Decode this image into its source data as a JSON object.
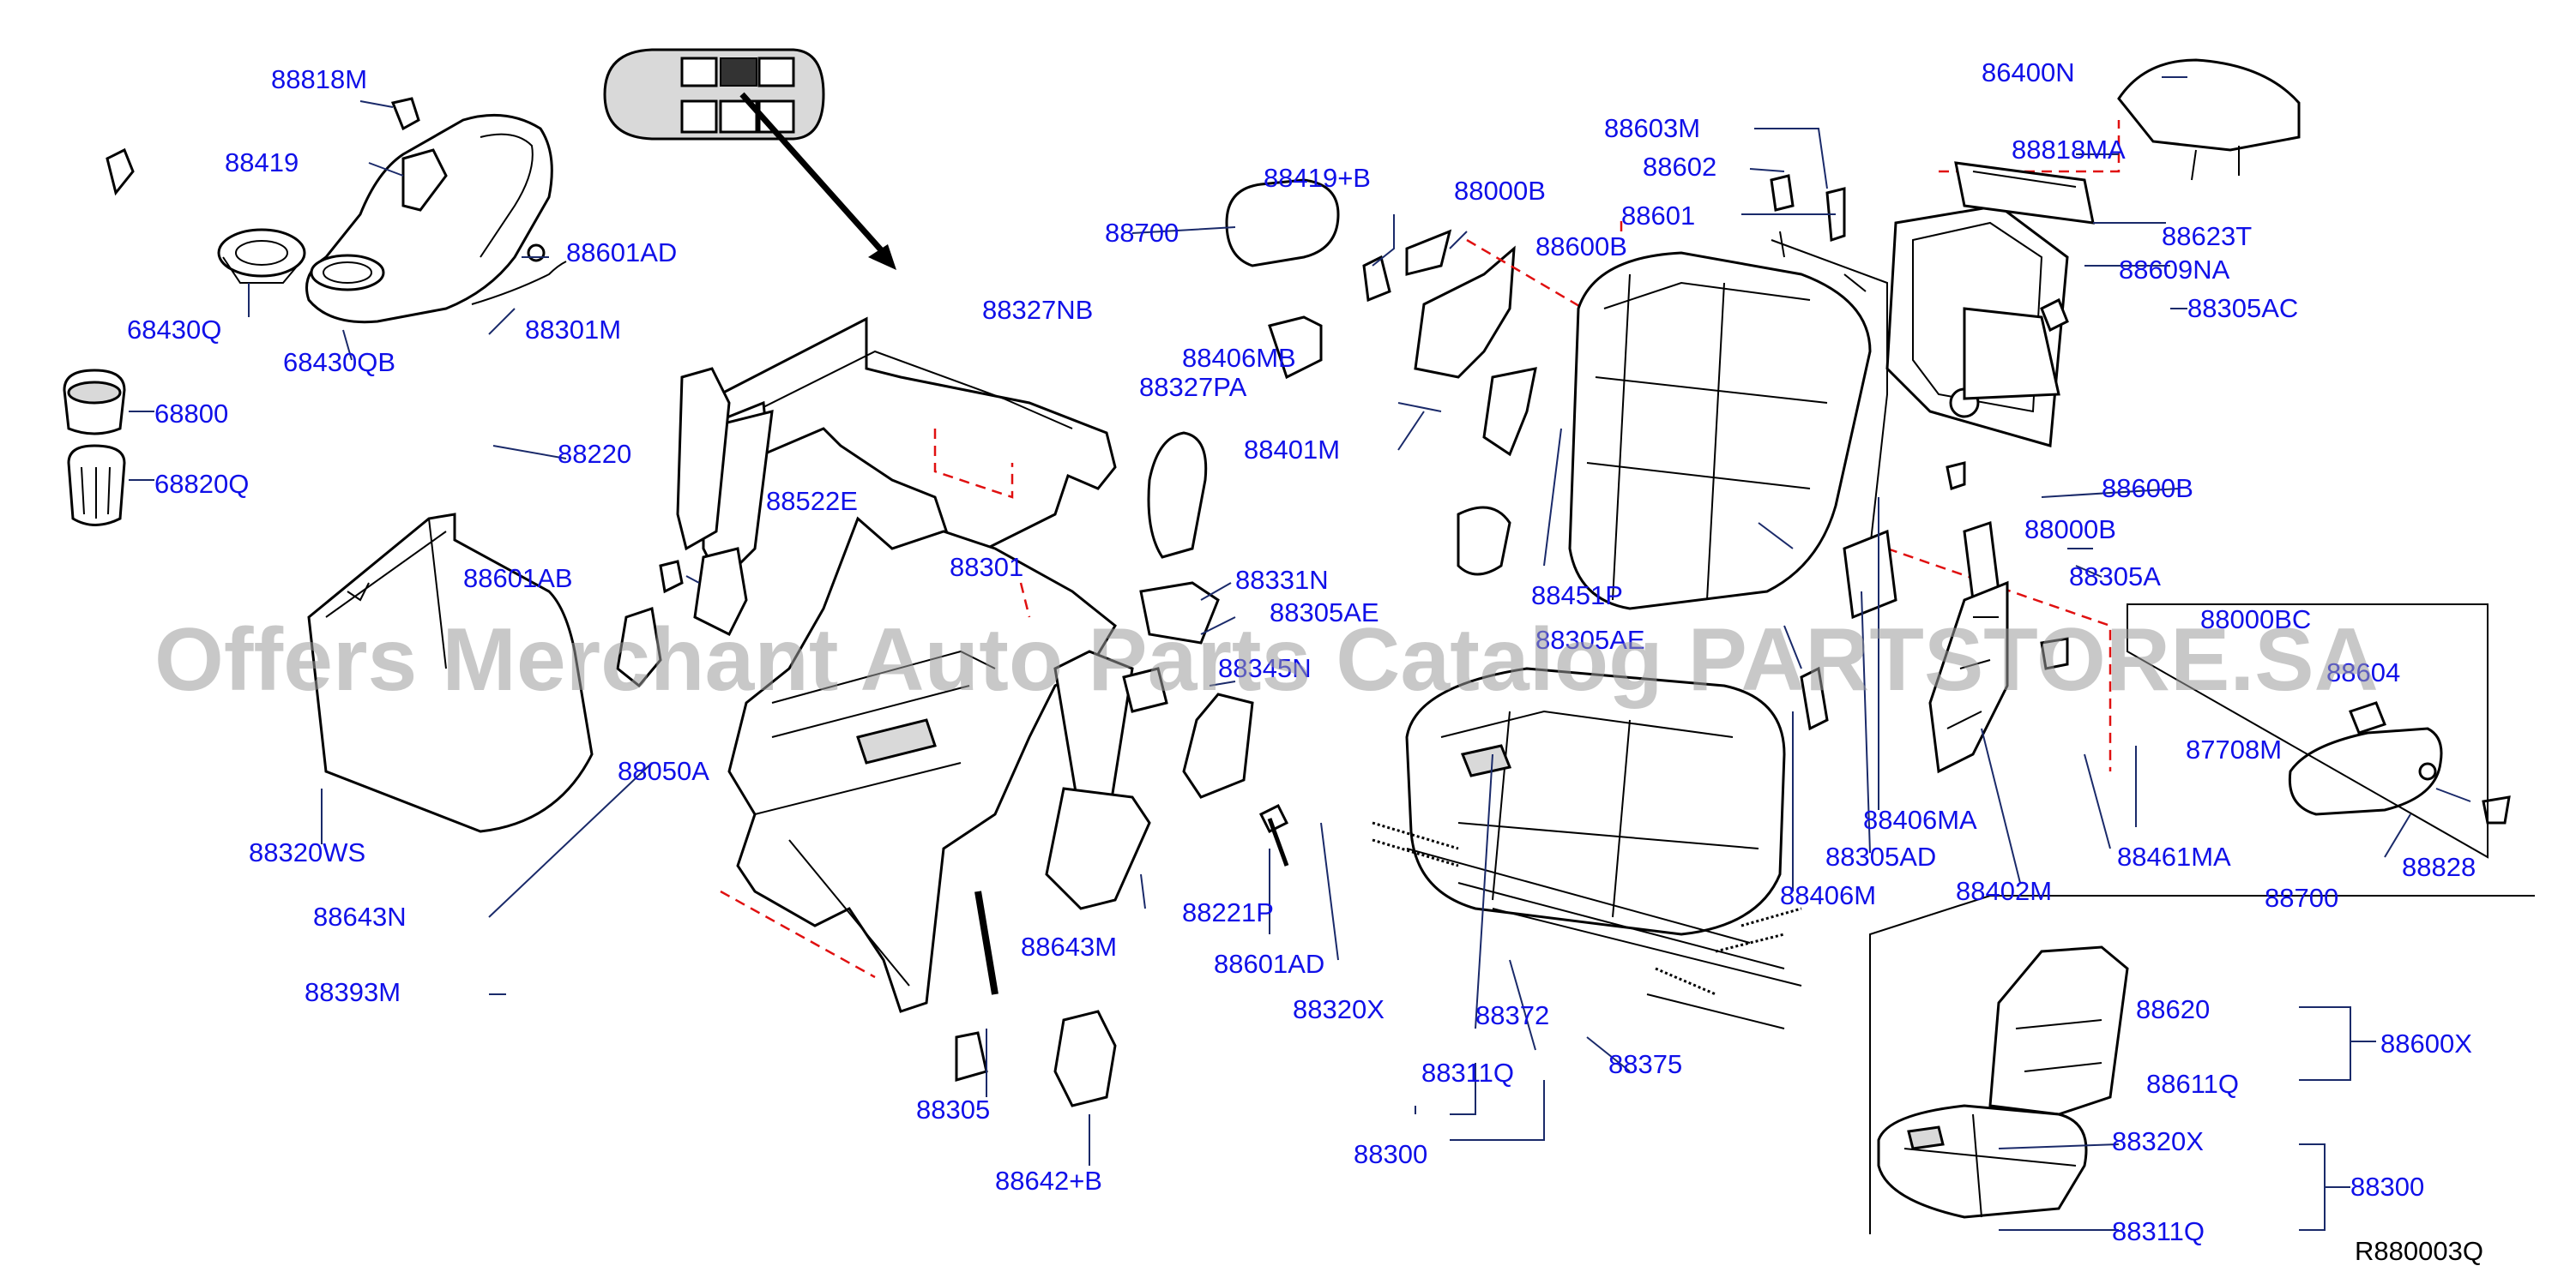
{
  "diagram_code": "R880003Q",
  "watermark": "Offers Merchant Auto Parts Catalog PARTSTORE.SA",
  "labels": {
    "l_88818M": "88818M",
    "l_88419": "88419",
    "l_88601AD_a": "88601AD",
    "l_68430Q": "68430Q",
    "l_68430QB": "68430QB",
    "l_88301M": "88301M",
    "l_68800": "68800",
    "l_68820Q": "68820Q",
    "l_88220": "88220",
    "l_88601AB": "88601AB",
    "l_88327NB": "88327NB",
    "l_88327PA": "88327PA",
    "l_88522E": "88522E",
    "l_88301": "88301",
    "l_88320WS": "88320WS",
    "l_88050A": "88050A",
    "l_88643N": "88643N",
    "l_88393M": "88393M",
    "l_88305": "88305",
    "l_88642B": "88642+B",
    "l_88643M": "88643M",
    "l_88221P": "88221P",
    "l_88601AD_b": "88601AD",
    "l_88331N": "88331N",
    "l_88305AE_a": "88305AE",
    "l_88345N": "88345N",
    "l_88700_a": "88700",
    "l_88419B": "88419+B",
    "l_88000B_a": "88000B",
    "l_88600B_a": "88600B",
    "l_88406MB": "88406MB",
    "l_88401M": "88401M",
    "l_88451P": "88451P",
    "l_88305AE_b": "88305AE",
    "l_88603M": "88603M",
    "l_88602": "88602",
    "l_88601": "88601",
    "l_86400N": "86400N",
    "l_88818MA": "88818MA",
    "l_88623T": "88623T",
    "l_88609NA": "88609NA",
    "l_88305AC": "88305AC",
    "l_88600B_b": "88600B",
    "l_88000B_b": "88000B",
    "l_88305A": "88305A",
    "l_88000BC": "88000BC",
    "l_88604": "88604",
    "l_87708M": "87708M",
    "l_88406MA": "88406MA",
    "l_88305AD": "88305AD",
    "l_88402M": "88402M",
    "l_88461MA": "88461MA",
    "l_88828": "88828",
    "l_88700_b": "88700",
    "l_88406M": "88406M",
    "l_88320X_a": "88320X",
    "l_88372": "88372",
    "l_88375": "88375",
    "l_88311Q_a": "88311Q",
    "l_88300_a": "88300",
    "l_88620": "88620",
    "l_88600X": "88600X",
    "l_88611Q": "88611Q",
    "l_88320X_b": "88320X",
    "l_88300_b": "88300",
    "l_88311Q_b": "88311Q"
  }
}
